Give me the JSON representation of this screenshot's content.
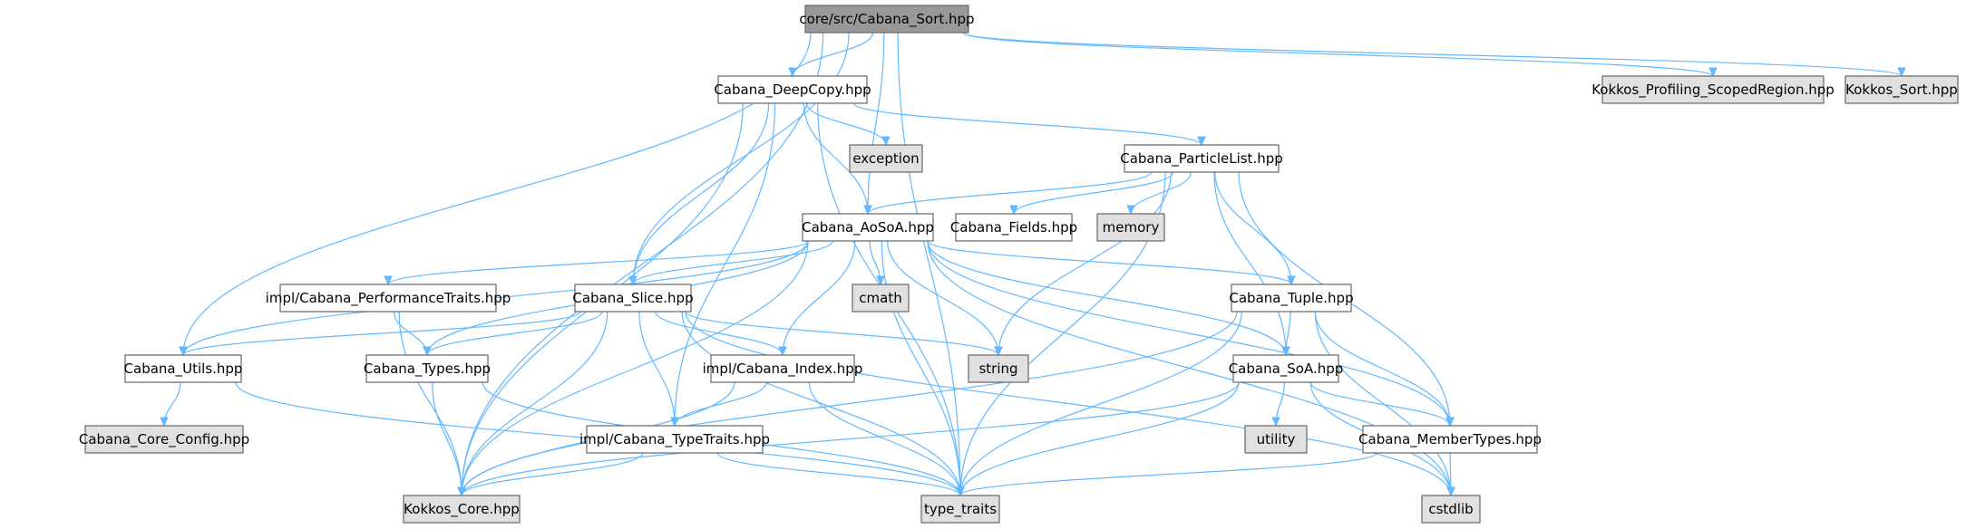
{
  "colors": {
    "edge": "#63b8ff",
    "node_border": "#666666",
    "node_fill_default": "#ffffff",
    "node_fill_external": "#e0e0e0",
    "node_fill_root": "#999999",
    "text": "#000000"
  },
  "diagram": {
    "type": "include-dependency-graph",
    "nodes": [
      {
        "id": "sort",
        "label": "core/src/Cabana_Sort.hpp",
        "kind": "root"
      },
      {
        "id": "deepcopy",
        "label": "Cabana_DeepCopy.hpp",
        "kind": "local"
      },
      {
        "id": "prof",
        "label": "Kokkos_Profiling_ScopedRegion.hpp",
        "kind": "external"
      },
      {
        "id": "ksort",
        "label": "Kokkos_Sort.hpp",
        "kind": "external"
      },
      {
        "id": "exception",
        "label": "exception",
        "kind": "external"
      },
      {
        "id": "plist",
        "label": "Cabana_ParticleList.hpp",
        "kind": "local"
      },
      {
        "id": "aosoa",
        "label": "Cabana_AoSoA.hpp",
        "kind": "local"
      },
      {
        "id": "fields",
        "label": "Cabana_Fields.hpp",
        "kind": "local"
      },
      {
        "id": "memory",
        "label": "memory",
        "kind": "external"
      },
      {
        "id": "perf",
        "label": "impl/Cabana_PerformanceTraits.hpp",
        "kind": "local"
      },
      {
        "id": "slice",
        "label": "Cabana_Slice.hpp",
        "kind": "local"
      },
      {
        "id": "cmath",
        "label": "cmath",
        "kind": "external"
      },
      {
        "id": "tuple",
        "label": "Cabana_Tuple.hpp",
        "kind": "local"
      },
      {
        "id": "utils",
        "label": "Cabana_Utils.hpp",
        "kind": "local"
      },
      {
        "id": "types",
        "label": "Cabana_Types.hpp",
        "kind": "local"
      },
      {
        "id": "index",
        "label": "impl/Cabana_Index.hpp",
        "kind": "local"
      },
      {
        "id": "string",
        "label": "string",
        "kind": "external"
      },
      {
        "id": "soa",
        "label": "Cabana_SoA.hpp",
        "kind": "local"
      },
      {
        "id": "coreconfig",
        "label": "Cabana_Core_Config.hpp",
        "kind": "external"
      },
      {
        "id": "typetraits_impl",
        "label": "impl/Cabana_TypeTraits.hpp",
        "kind": "local"
      },
      {
        "id": "utility",
        "label": "utility",
        "kind": "external"
      },
      {
        "id": "membertypes",
        "label": "Cabana_MemberTypes.hpp",
        "kind": "local"
      },
      {
        "id": "kcore",
        "label": "Kokkos_Core.hpp",
        "kind": "external"
      },
      {
        "id": "type_traits",
        "label": "type_traits",
        "kind": "external"
      },
      {
        "id": "cstdlib",
        "label": "cstdlib",
        "kind": "external"
      }
    ],
    "edges": [
      [
        "sort",
        "deepcopy"
      ],
      [
        "sort",
        "prof"
      ],
      [
        "sort",
        "ksort"
      ],
      [
        "sort",
        "aosoa"
      ],
      [
        "sort",
        "slice"
      ],
      [
        "sort",
        "utils"
      ],
      [
        "sort",
        "kcore"
      ],
      [
        "sort",
        "type_traits"
      ],
      [
        "deepcopy",
        "exception"
      ],
      [
        "deepcopy",
        "plist"
      ],
      [
        "deepcopy",
        "aosoa"
      ],
      [
        "deepcopy",
        "slice"
      ],
      [
        "deepcopy",
        "typetraits_impl"
      ],
      [
        "deepcopy",
        "kcore"
      ],
      [
        "deepcopy",
        "type_traits"
      ],
      [
        "plist",
        "aosoa"
      ],
      [
        "plist",
        "fields"
      ],
      [
        "plist",
        "memory"
      ],
      [
        "plist",
        "string"
      ],
      [
        "plist",
        "tuple"
      ],
      [
        "plist",
        "soa"
      ],
      [
        "plist",
        "membertypes"
      ],
      [
        "plist",
        "type_traits"
      ],
      [
        "aosoa",
        "perf"
      ],
      [
        "aosoa",
        "slice"
      ],
      [
        "aosoa",
        "cmath"
      ],
      [
        "aosoa",
        "tuple"
      ],
      [
        "aosoa",
        "utils"
      ],
      [
        "aosoa",
        "types"
      ],
      [
        "aosoa",
        "index"
      ],
      [
        "aosoa",
        "string"
      ],
      [
        "aosoa",
        "soa"
      ],
      [
        "aosoa",
        "membertypes"
      ],
      [
        "aosoa",
        "kcore"
      ],
      [
        "aosoa",
        "type_traits"
      ],
      [
        "aosoa",
        "cstdlib"
      ],
      [
        "perf",
        "types"
      ],
      [
        "perf",
        "kcore"
      ],
      [
        "slice",
        "utils"
      ],
      [
        "slice",
        "types"
      ],
      [
        "slice",
        "index"
      ],
      [
        "slice",
        "string"
      ],
      [
        "slice",
        "typetraits_impl"
      ],
      [
        "slice",
        "kcore"
      ],
      [
        "slice",
        "type_traits"
      ],
      [
        "slice",
        "cstdlib"
      ],
      [
        "tuple",
        "soa"
      ],
      [
        "tuple",
        "membertypes"
      ],
      [
        "tuple",
        "kcore"
      ],
      [
        "tuple",
        "type_traits"
      ],
      [
        "tuple",
        "cstdlib"
      ],
      [
        "utils",
        "coreconfig"
      ],
      [
        "utils",
        "type_traits"
      ],
      [
        "types",
        "kcore"
      ],
      [
        "types",
        "type_traits"
      ],
      [
        "index",
        "typetraits_impl"
      ],
      [
        "index",
        "kcore"
      ],
      [
        "index",
        "type_traits"
      ],
      [
        "soa",
        "utility"
      ],
      [
        "soa",
        "membertypes"
      ],
      [
        "soa",
        "kcore"
      ],
      [
        "soa",
        "type_traits"
      ],
      [
        "soa",
        "cstdlib"
      ],
      [
        "typetraits_impl",
        "kcore"
      ],
      [
        "typetraits_impl",
        "type_traits"
      ],
      [
        "membertypes",
        "type_traits"
      ],
      [
        "membertypes",
        "cstdlib"
      ]
    ]
  }
}
